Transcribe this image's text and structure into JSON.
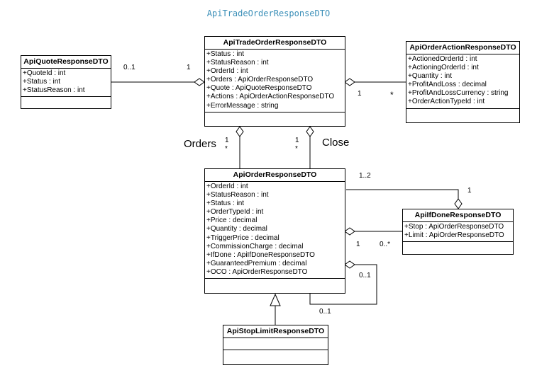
{
  "diagram": {
    "title": "ApiTradeOrderResponseDTO"
  },
  "classes": {
    "trade": {
      "name": "ApiTradeOrderResponseDTO",
      "attributes": [
        "+Status : int",
        "+StatusReason : int",
        "+OrderId : int",
        "+Orders : ApiOrderResponseDTO",
        "+Quote : ApiQuoteResponseDTO",
        "+Actions : ApiOrderActionResponseDTO",
        "+ErrorMessage : string"
      ]
    },
    "quote": {
      "name": "ApiQuoteResponseDTO",
      "attributes": [
        "+QuoteId : int",
        "+Status : int",
        "+StatusReason : int"
      ]
    },
    "action": {
      "name": "ApiOrderActionResponseDTO",
      "attributes": [
        "+ActionedOrderId : int",
        "+ActioningOrderId : int",
        "+Quantity : int",
        "+ProfitAndLoss : decimal",
        "+ProfitAndLossCurrency : string",
        "+OrderActionTypeId : int"
      ]
    },
    "order": {
      "name": "ApiOrderResponseDTO",
      "attributes": [
        "+OrderId : int",
        "+StatusReason : int",
        "+Status : int",
        "+OrderTypeId : int",
        "+Price : decimal",
        "+Quantity : decimal",
        "+TriggerPrice : decimal",
        "+CommissionCharge : decimal",
        "+IfDone : ApiIfDoneResponseDTO",
        "+GuaranteedPremium : decimal",
        "+OCO : ApiOrderResponseDTO"
      ]
    },
    "ifdone": {
      "name": "ApiIfDoneResponseDTO",
      "attributes": [
        "+Stop : ApiOrderResponseDTO",
        "+Limit : ApiOrderResponseDTO"
      ]
    },
    "stoplimit": {
      "name": "ApiStopLimitResponseDTO",
      "attributes": []
    }
  },
  "multiplicities": {
    "quote_left": "0..1",
    "quote_right": "1",
    "action_left": "1",
    "action_right": "*",
    "orders_one": "1",
    "orders_many": "*",
    "close_one": "1",
    "close_many": "*",
    "ifdone_order": "1..2",
    "ifdone_one": "1",
    "ifdone_left": "1",
    "ifdone_many": "0..*",
    "oco_top": "0..1",
    "oco_bottom": "0..1"
  },
  "roles": {
    "orders": "Orders",
    "close": "Close"
  }
}
